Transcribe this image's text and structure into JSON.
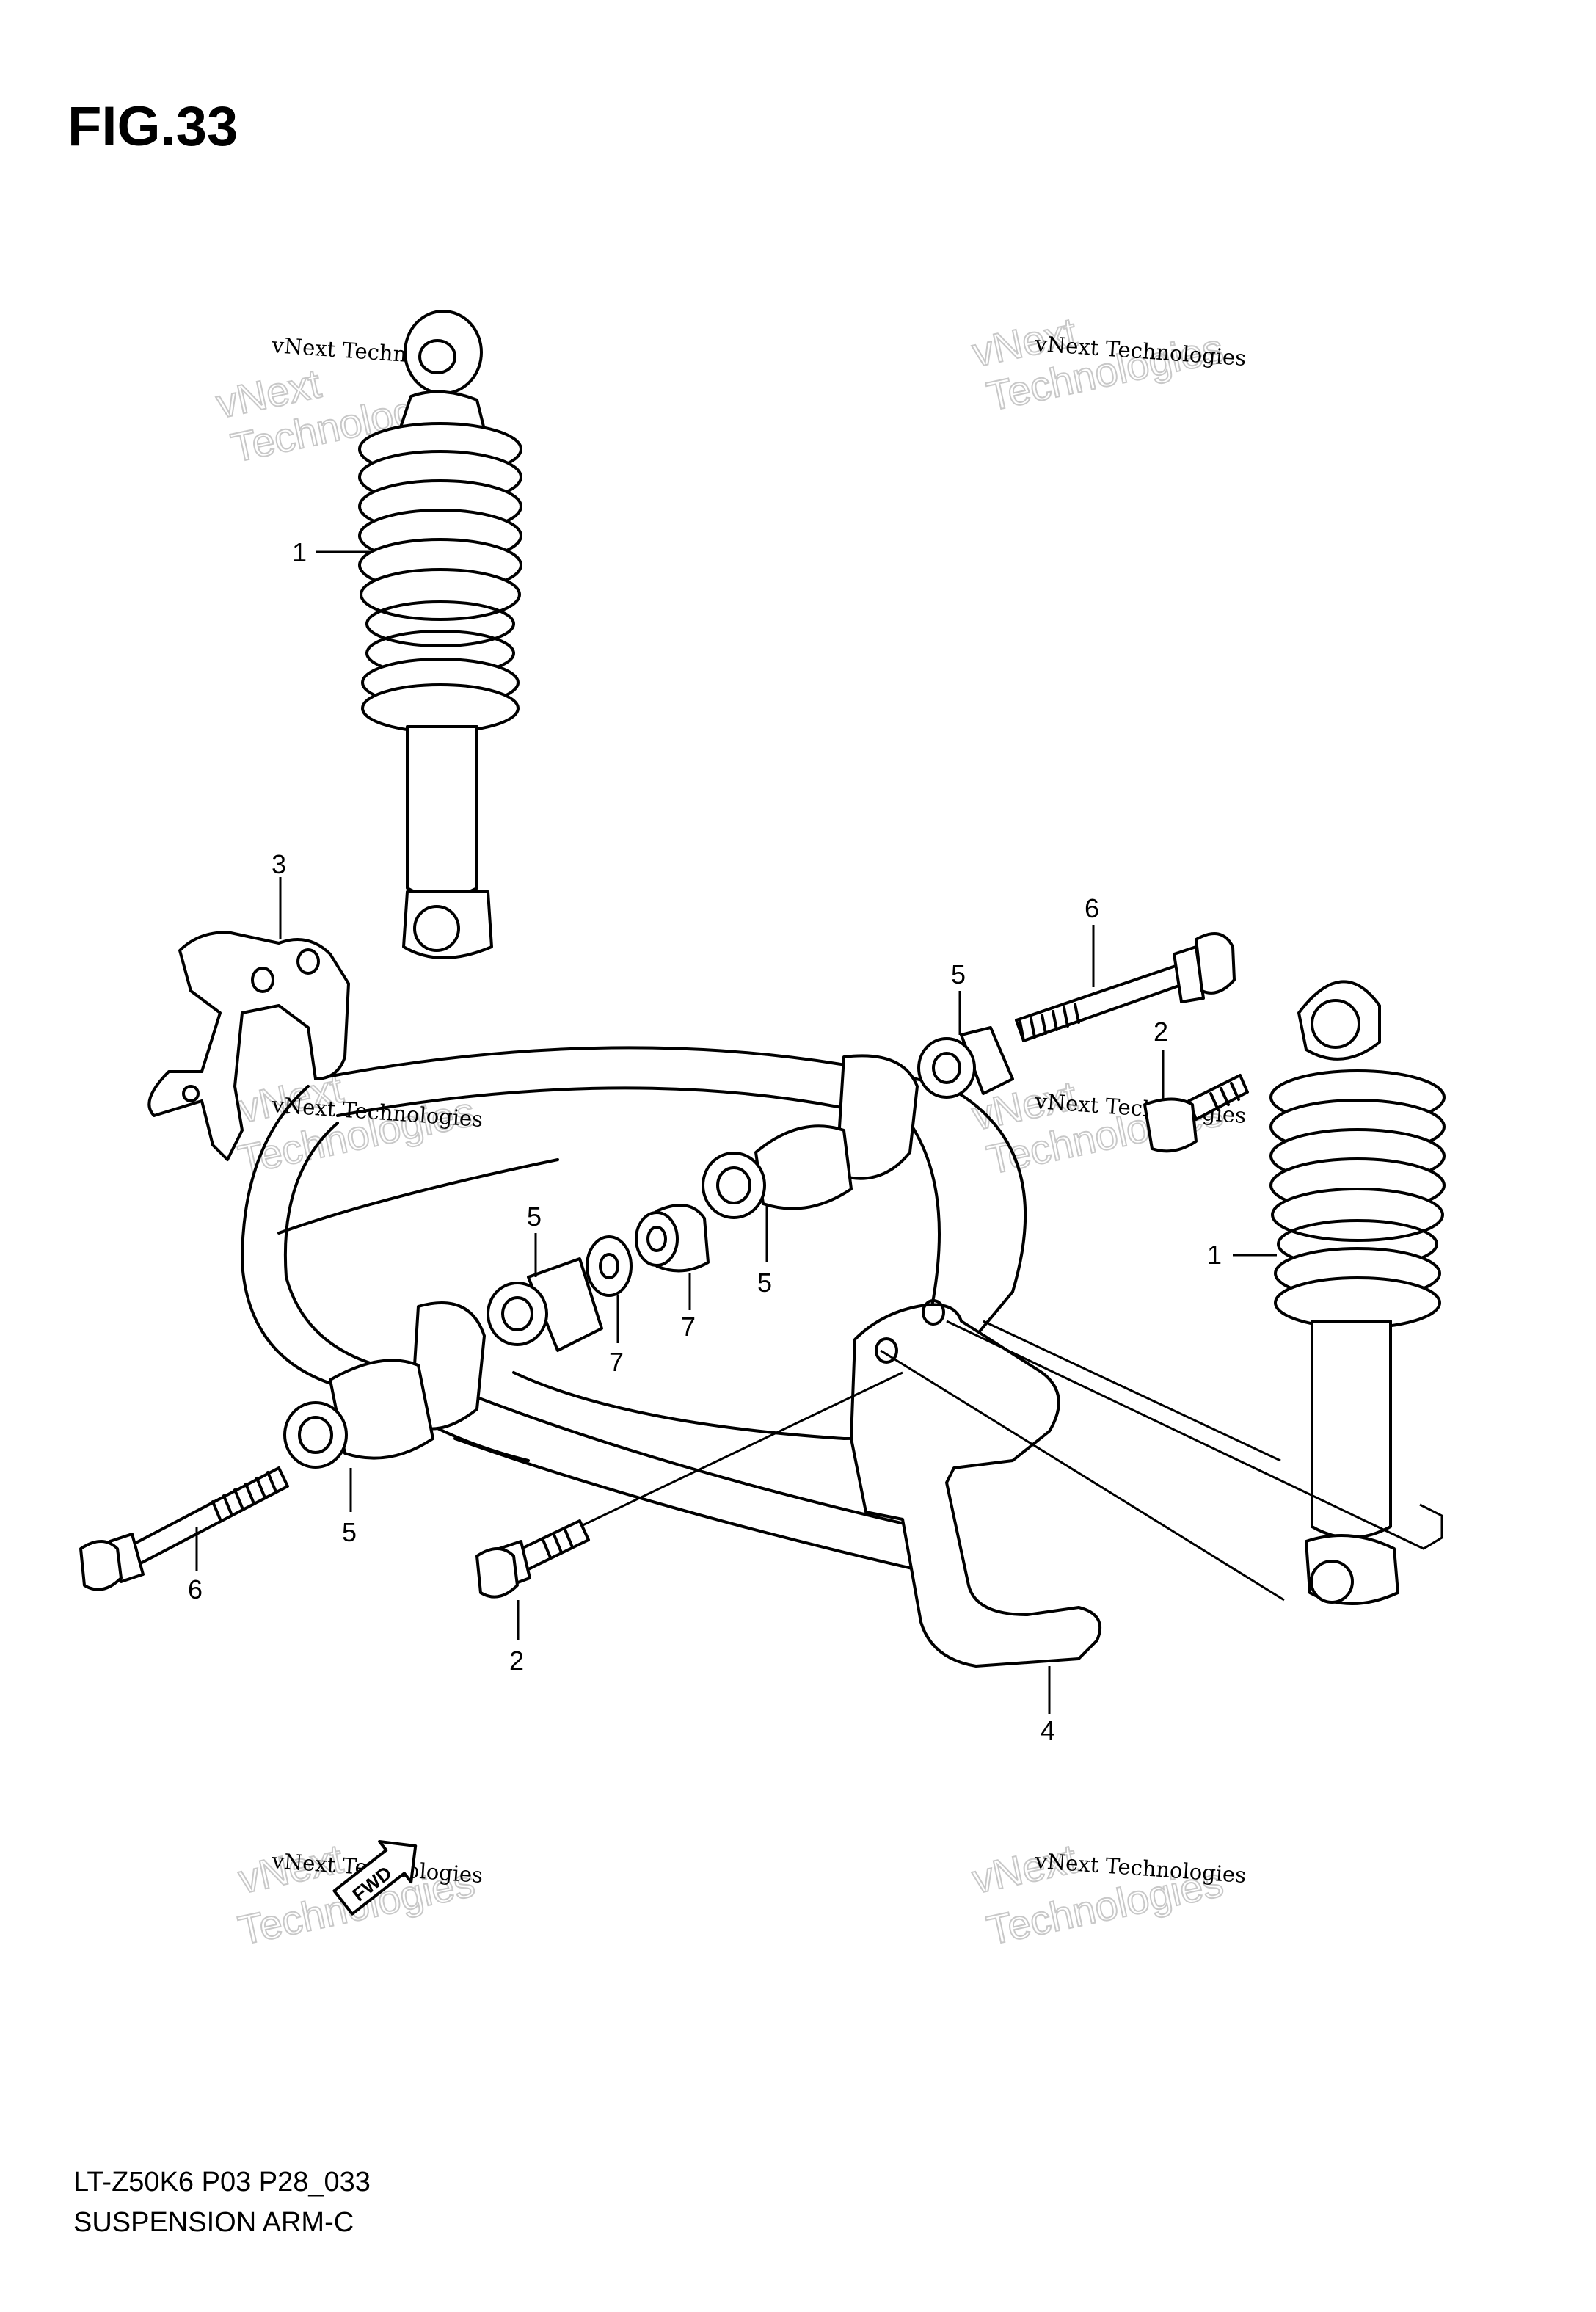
{
  "figure": {
    "title": "FIG.33"
  },
  "footer": {
    "model_code": "LT-Z50K6 P03 P28_033",
    "section_name": "SUSPENSION ARM-C"
  },
  "callouts": [
    {
      "id": "c1a",
      "label": "1"
    },
    {
      "id": "c1b",
      "label": "1"
    },
    {
      "id": "c2a",
      "label": "2"
    },
    {
      "id": "c2b",
      "label": "2"
    },
    {
      "id": "c3",
      "label": "3"
    },
    {
      "id": "c4",
      "label": "4"
    },
    {
      "id": "c5a",
      "label": "5"
    },
    {
      "id": "c5b",
      "label": "5"
    },
    {
      "id": "c5c",
      "label": "5"
    },
    {
      "id": "c5d",
      "label": "5"
    },
    {
      "id": "c6a",
      "label": "6"
    },
    {
      "id": "c6b",
      "label": "6"
    },
    {
      "id": "c7a",
      "label": "7"
    },
    {
      "id": "c7b",
      "label": "7"
    }
  ],
  "watermark": {
    "line_small": "vNext Technologies",
    "line_big_1": "vNext",
    "line_big_2": "Technologies"
  },
  "fwd_arrow": {
    "label": "FWD"
  }
}
